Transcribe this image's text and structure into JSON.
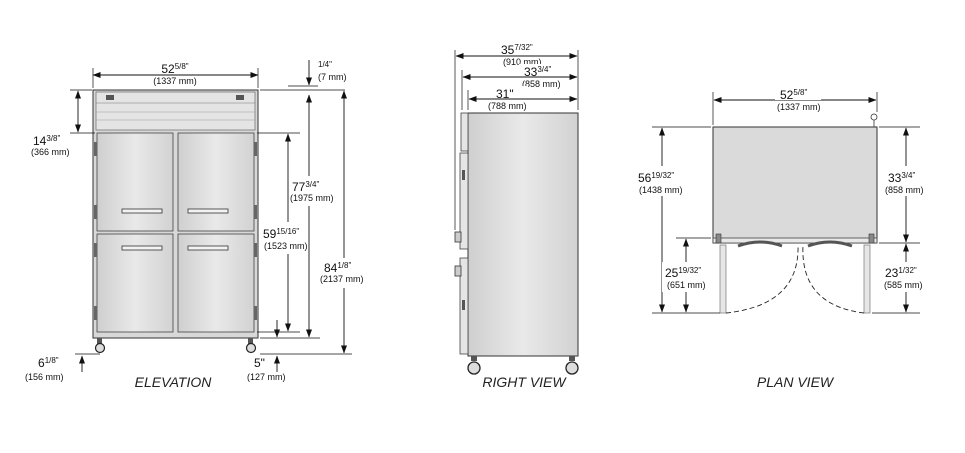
{
  "views": {
    "elevation": {
      "caption": "ELEVATION",
      "width": {
        "whole": "52",
        "frac": "5/8\"",
        "mm": "(1337 mm)"
      },
      "top_gap": {
        "frac": "1/4\"",
        "mm": "(7 mm)"
      },
      "upper_section": {
        "whole": "14",
        "frac": "3/8\"",
        "mm": "(366 mm)"
      },
      "body_height": {
        "whole": "77",
        "frac": "3/4\"",
        "mm": "(1975 mm)"
      },
      "door_height": {
        "whole": "59",
        "frac": "15/16\"",
        "mm": "(1523 mm)"
      },
      "overall_height": {
        "whole": "84",
        "frac": "1/8\"",
        "mm": "(2137 mm)"
      },
      "caster_left": {
        "whole": "6",
        "frac": "1/8\"",
        "mm": "(156 mm)"
      },
      "caster_right": {
        "whole": "5\"",
        "mm": "(127 mm)"
      }
    },
    "right_view": {
      "caption": "RIGHT VIEW",
      "depth_overall": {
        "whole": "35",
        "frac": "7/32\"",
        "mm": "(910 mm)"
      },
      "depth_mid": {
        "whole": "33",
        "frac": "3/4\"",
        "mm": "(858 mm)"
      },
      "depth_body": {
        "whole": "31\"",
        "mm": "(788 mm)"
      }
    },
    "plan_view": {
      "caption": "PLAN VIEW",
      "width": {
        "whole": "52",
        "frac": "5/8\"",
        "mm": "(1337 mm)"
      },
      "depth_total": {
        "whole": "56",
        "frac": "19/32\"",
        "mm": "(1438 mm)"
      },
      "depth_cabinet": {
        "whole": "33",
        "frac": "3/4\"",
        "mm": "(858 mm)"
      },
      "door_swing_left": {
        "whole": "25",
        "frac": "19/32\"",
        "mm": "(651 mm)"
      },
      "door_swing_right": {
        "whole": "23",
        "frac": "1/32\"",
        "mm": "(585 mm)"
      }
    }
  }
}
